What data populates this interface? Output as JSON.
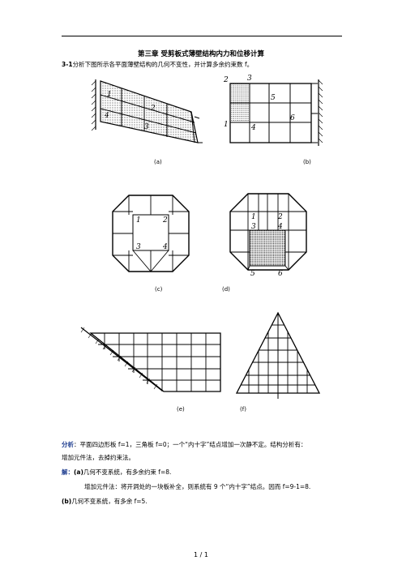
{
  "header": {
    "chapter_title": "第三章 受剪板式薄壁结构内力和位移计算"
  },
  "problem": {
    "label": "3-1",
    "text": "分析下图所示各平面薄壁结构的几何不变性，并计算多余约束数 f。"
  },
  "figures": {
    "a": {
      "caption": "(a)",
      "labels": [
        "1",
        "2",
        "3",
        "4"
      ]
    },
    "b": {
      "caption": "(b)",
      "labels": [
        "1",
        "2",
        "3",
        "4",
        "5",
        "6"
      ]
    },
    "c": {
      "caption": "(c)",
      "labels": [
        "1",
        "2",
        "3",
        "4"
      ]
    },
    "d": {
      "caption": "(d)",
      "labels": [
        "1",
        "2",
        "3",
        "4",
        "5",
        "6"
      ]
    },
    "e": {
      "caption": "(e)"
    },
    "f": {
      "caption": "(f)"
    }
  },
  "analysis": {
    "label": "分析",
    "line1": "：平面四边形板 f=1，三角板 f=0；一个“内十字”结点增加一次静不定。结构分析有：",
    "line2": "增加元件法，去掉约束法。"
  },
  "solution": {
    "label": "解：",
    "a_tag": "(a)",
    "a_text": "几何不变系统，有多余约束 f=8.",
    "method_text": "增加元件法：将开洞处的一块板补全，则系统有 9 个“内十字”结点。因而 f=9-1=8.",
    "b_tag": "(b)",
    "b_text": "几何不变系统，有多余 f=5."
  },
  "footer": {
    "page": "1 / 1"
  }
}
